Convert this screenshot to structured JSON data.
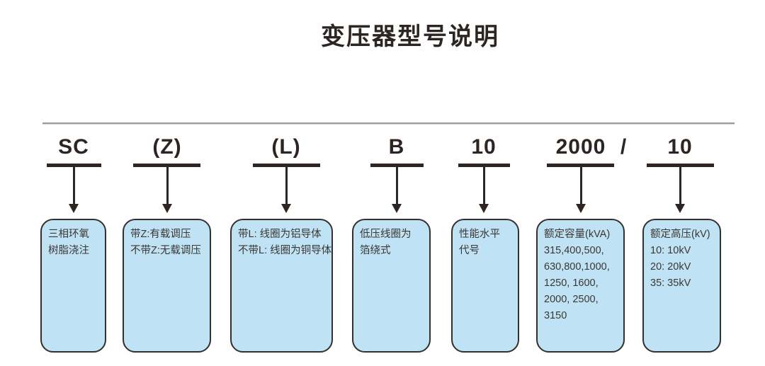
{
  "title": "变压器型号说明",
  "separator": "/",
  "colors": {
    "ink": "#2d2522",
    "box_fill": "#bfe3f5",
    "box_border": "#33302e",
    "box_text": "#3c3733",
    "divider": "#9c9a9a",
    "background": "#ffffff"
  },
  "columns": [
    {
      "code": "SC",
      "lines": [
        "三相环氧",
        "树脂浇注"
      ]
    },
    {
      "code": "(Z)",
      "lines": [
        "带Z:有载调压",
        "不带Z:无载调压"
      ]
    },
    {
      "code": "(L)",
      "lines": [
        "带L: 线圈为铝导体",
        "不带L: 线圈为铜导体"
      ]
    },
    {
      "code": "B",
      "lines": [
        "低压线圈为",
        "箔绕式"
      ]
    },
    {
      "code": "10",
      "lines": [
        "性能水平",
        "代号"
      ]
    },
    {
      "code": "2000",
      "lines": [
        "额定容量(kVA)",
        "315,400,500,",
        "630,800,1000,",
        "1250, 1600,",
        "2000, 2500,",
        "3150"
      ]
    },
    {
      "code": "10",
      "lines": [
        "额定高压(kV)",
        "10: 10kV",
        "20: 20kV",
        "35: 35kV"
      ]
    }
  ]
}
